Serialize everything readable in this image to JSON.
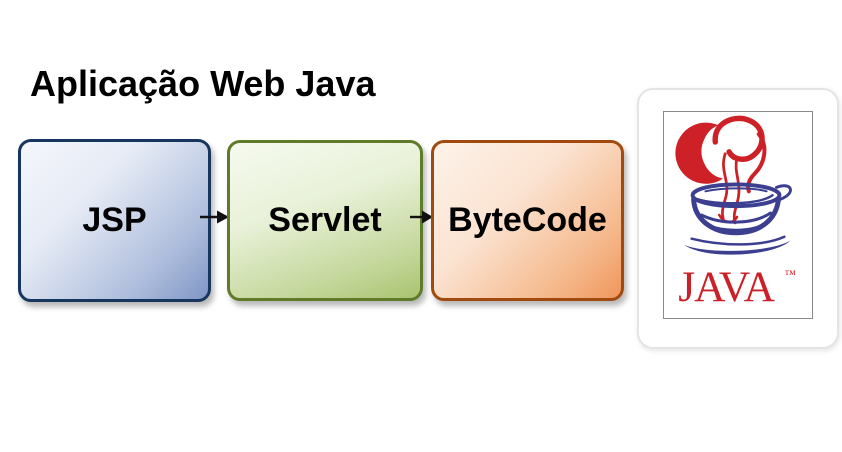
{
  "title": "Aplicação Web Java",
  "flow": {
    "nodes": [
      {
        "label": "JSP",
        "border_color": "#17365D",
        "fill_from": "#F4F6FB",
        "fill_to": "#8096C6"
      },
      {
        "label": "Servlet",
        "border_color": "#5F7A28",
        "fill_from": "#F6FAEF",
        "fill_to": "#A9C370"
      },
      {
        "label": "ByteCode",
        "border_color": "#A04A10",
        "fill_from": "#FDF2E9",
        "fill_to": "#F0965C"
      }
    ],
    "arrow_color": "#111111"
  },
  "java_logo": {
    "wordmark": "JAVA",
    "trademark": "™",
    "steam_color": "#CE2127",
    "cup_color": "#3C3F90",
    "text_color": "#CC2028"
  }
}
